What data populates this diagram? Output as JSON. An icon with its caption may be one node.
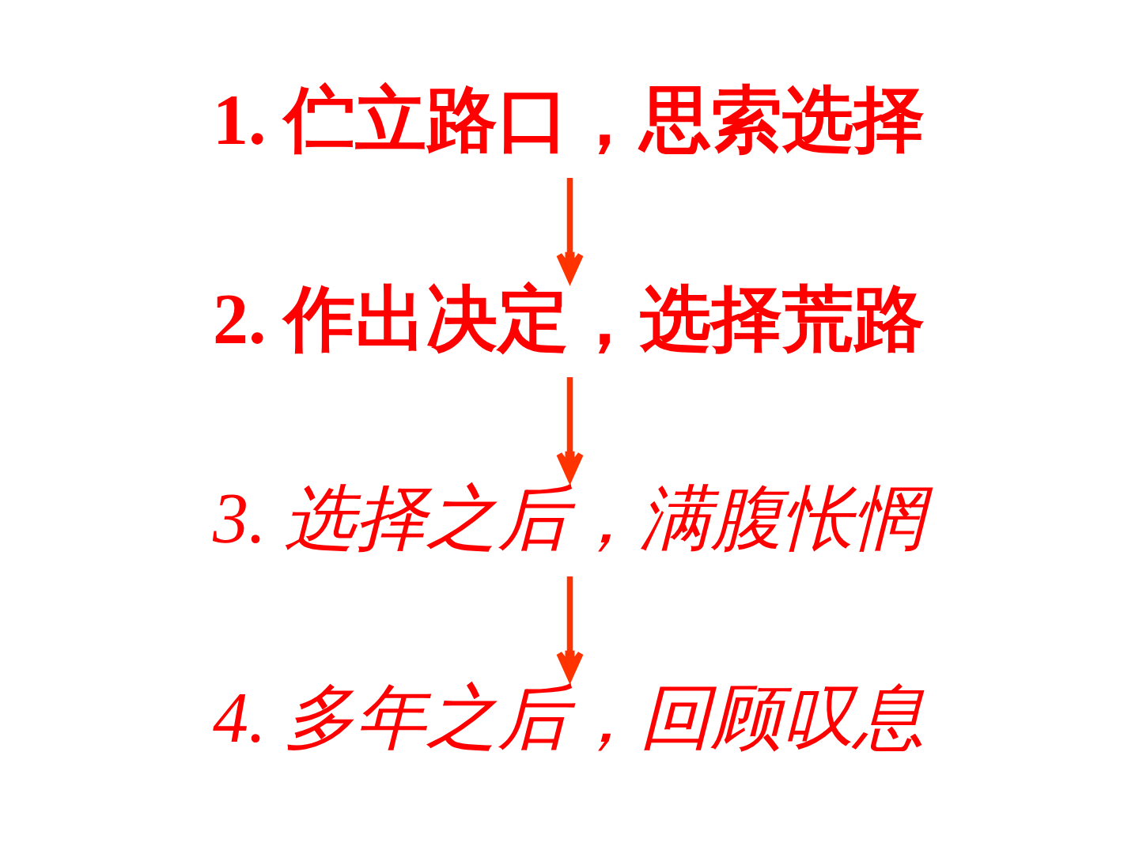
{
  "diagram": {
    "nodes": [
      {
        "text": [
          "1. 伫立路口，思索选择"
        ]
      },
      {
        "text": [
          "2. 作出决定，选择荒路"
        ]
      },
      {
        "text": [
          "3. 选择之后，满腹怅惘"
        ]
      },
      {
        "text": [
          "4. 多年之后，回顾叹息"
        ]
      }
    ],
    "edges": [
      {
        "from": 0,
        "to": 1,
        "arrow": "to"
      },
      {
        "from": 1,
        "to": 2,
        "arrow": "to"
      },
      {
        "from": 2,
        "to": 3,
        "arrow": "to"
      }
    ]
  }
}
